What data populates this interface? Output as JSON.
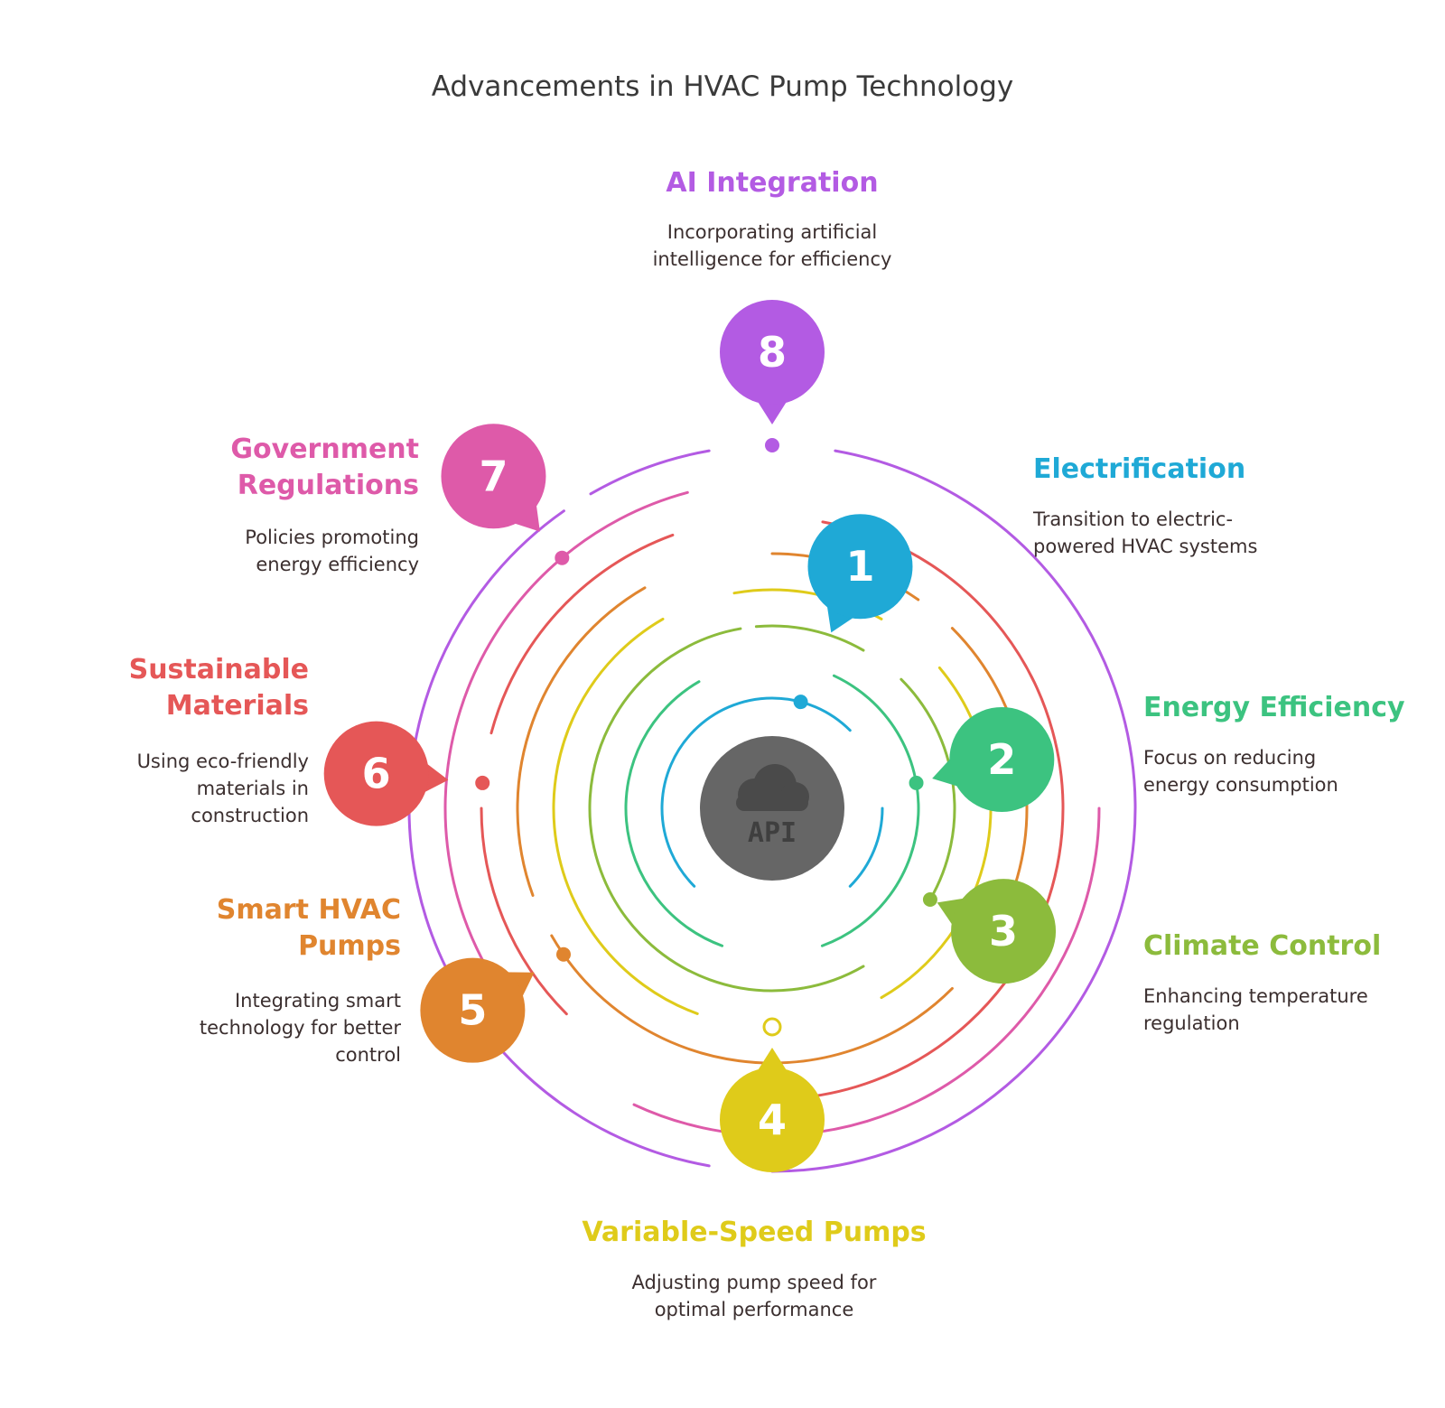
{
  "title": "Advancements in HVAC Pump Technology",
  "center": {
    "icon": "cloud-api-icon",
    "label": "API",
    "color": "#666666"
  },
  "items": [
    {
      "number": "1",
      "heading": "Electrification",
      "description": [
        "Transition to electric-",
        "powered HVAC systems"
      ],
      "color": "#1fa9d6"
    },
    {
      "number": "2",
      "heading": "Energy Efficiency",
      "description": [
        "Focus on reducing",
        "energy consumption"
      ],
      "color": "#3cc380"
    },
    {
      "number": "3",
      "heading": "Climate Control",
      "description": [
        "Enhancing temperature",
        "regulation"
      ],
      "color": "#8cbb3c"
    },
    {
      "number": "4",
      "heading": "Variable-Speed Pumps",
      "description": [
        "Adjusting pump speed for",
        "optimal performance"
      ],
      "color": "#dfcb1a"
    },
    {
      "number": "5",
      "heading": [
        "Smart HVAC",
        "Pumps"
      ],
      "description": [
        "Integrating smart",
        "technology for better",
        "control"
      ],
      "color": "#e0852f"
    },
    {
      "number": "6",
      "heading": [
        "Sustainable",
        "Materials"
      ],
      "description": [
        "Using eco-friendly",
        "materials in",
        "construction"
      ],
      "color": "#e55757"
    },
    {
      "number": "7",
      "heading": [
        "Government",
        "Regulations"
      ],
      "description": [
        "Policies promoting",
        "energy efficiency"
      ],
      "color": "#de5aa9"
    },
    {
      "number": "8",
      "heading": "AI Integration",
      "description": [
        "Incorporating artificial",
        "intelligence for efficiency"
      ],
      "color": "#b35be3"
    }
  ]
}
